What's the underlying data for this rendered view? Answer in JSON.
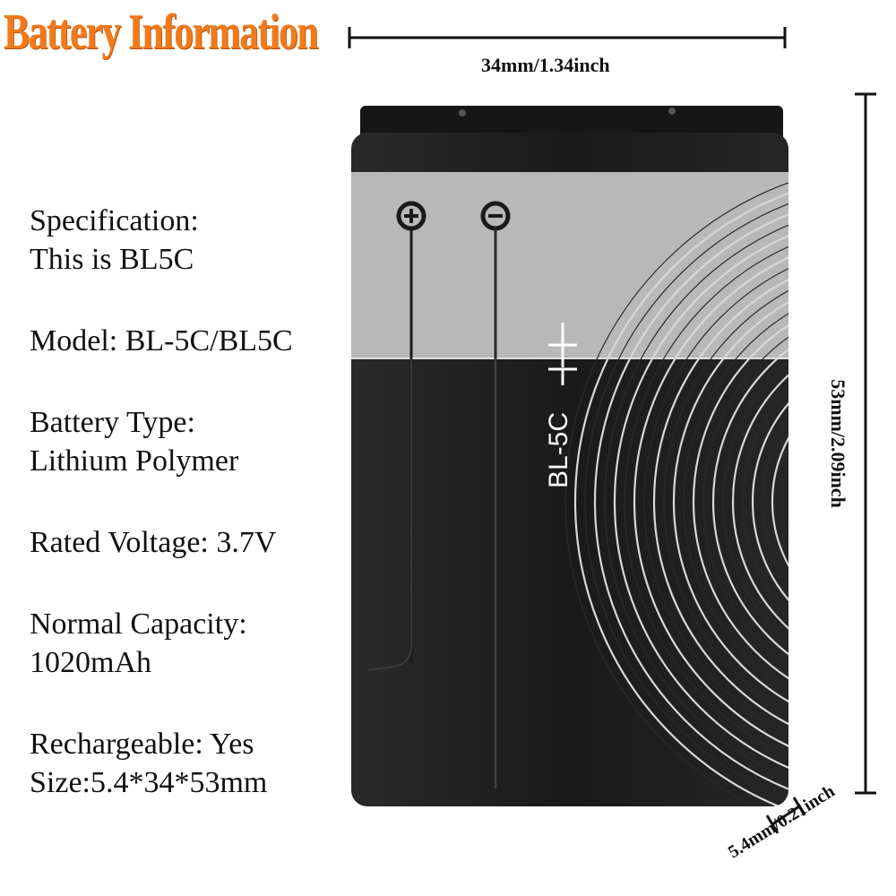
{
  "title": "Battery Information",
  "specs": [
    {
      "lines": [
        "Specification:",
        "This is BL5C"
      ]
    },
    {
      "lines": [
        "Model: BL-5C/BL5C"
      ]
    },
    {
      "lines": [
        "Battery Type:",
        "Lithium Polymer"
      ]
    },
    {
      "lines": [
        "Rated Voltage: 3.7V"
      ]
    },
    {
      "lines": [
        "Normal Capacity:",
        "1020mAh"
      ]
    },
    {
      "lines": [
        "Rechargeable: Yes",
        "Size:5.4*34*53mm"
      ]
    }
  ],
  "dimensions": {
    "width": "34mm/1.34inch",
    "height": "53mm/2.09inch",
    "thickness": "5.4mm/0.21inch"
  },
  "battery": {
    "label": "BL-5C",
    "body_color": "#1c1c1c",
    "panel_color": "#b8b8b8"
  }
}
